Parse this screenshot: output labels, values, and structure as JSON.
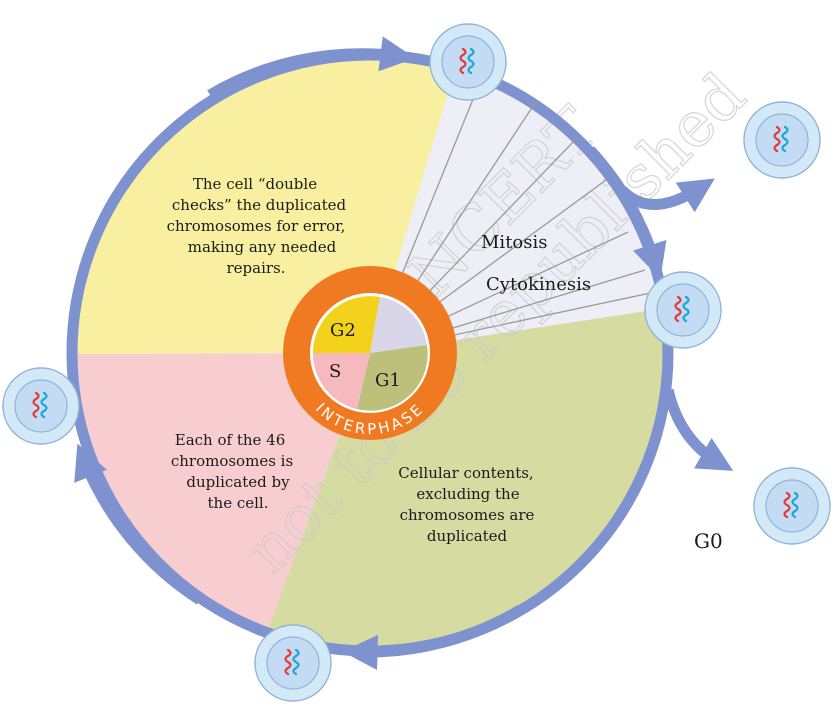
{
  "colors": {
    "cycle_ring": "#7f92d0",
    "g2_region": "#f8f0a0",
    "s_region": "#f7cdd0",
    "g1_region": "#d6dba2",
    "mitosis_region": "#eeeff6",
    "interphase_ring": "#f07a22",
    "g2_center": "#f2d21a",
    "s_center": "#f6b9bd",
    "g1_center": "#bcc07a",
    "m_center": "#d9d6ea",
    "cell_outer": "#d4e9f8",
    "cell_inner": "#c3dbf3",
    "cell_edge": "#8fb3d9",
    "chromosome_red": "#e53a3a",
    "chromosome_blue": "#1aa9cf"
  },
  "diagram": {
    "g2_text": [
      "The cell “double",
      "checks” the duplicated",
      "chromosomes for error,",
      "making any needed",
      "repairs."
    ],
    "s_text": [
      "Each of the 46",
      "chromosomes is",
      "duplicated by",
      "the cell."
    ],
    "g1_text": [
      "Cellular contents,",
      "excluding the",
      "chromosomes are",
      "duplicated"
    ],
    "mitosis_label": "Mitosis",
    "cytokinesis_label": "Cytokinesis",
    "g0_label": "G0",
    "center": {
      "g2": "G2",
      "s": "S",
      "g1": "G1",
      "interphase": "INTERPHASE"
    },
    "watermark": [
      "© NCERT",
      "not to be republished"
    ]
  }
}
